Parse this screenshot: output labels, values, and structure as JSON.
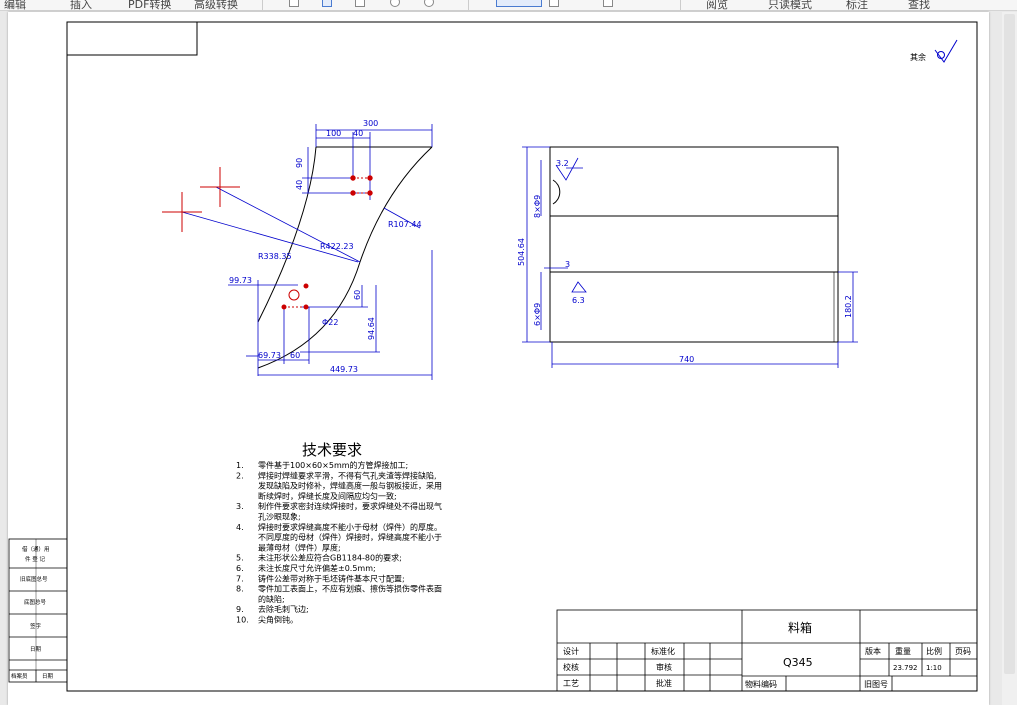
{
  "toolbar": {
    "items": [
      "编辑",
      "插入",
      "PDF转换",
      "高级转换",
      "阅览",
      "只读模式",
      "标注",
      "查找"
    ]
  },
  "drawing": {
    "finish_note": "其余",
    "left_view": {
      "dims": {
        "d300": "300",
        "d100": "100",
        "d40a": "40",
        "d90": "90",
        "d40b": "40",
        "r107": "R107.44",
        "r422": "R422.23",
        "r338": "R338.35",
        "d9973": "99.73",
        "d60v": "60",
        "d9464": "94.64",
        "phi22": "Φ22",
        "d6973": "69.73",
        "d60h": "60",
        "d44973": "449.73"
      }
    },
    "right_view": {
      "dims": {
        "d32": "3.2",
        "holes_top": "8×Φ9",
        "d50464": "504.64",
        "d3": "3",
        "holes_bot": "6×Φ9",
        "d63": "6.3",
        "d1802": "180.2",
        "d740": "740"
      }
    },
    "tech": {
      "title": "技术要求",
      "items": [
        {
          "n": "1.",
          "lines": [
            "零件基于100×60×5mm的方管焊接加工;"
          ]
        },
        {
          "n": "2.",
          "lines": [
            "焊接时焊缝要求平滑，不得有气孔夹渣等焊接缺陷,",
            "发现缺陷及时修补，焊缝高度一般与钢板接近，采用",
            "断续焊时，焊缝长度及间隔应均匀一致;"
          ]
        },
        {
          "n": "3.",
          "lines": [
            "制作件要求密封连续焊接时，要求焊缝处不得出现气",
            "孔沙眼现象;"
          ]
        },
        {
          "n": "4.",
          "lines": [
            "焊接时要求焊缝高度不能小于母材（焊件）的厚度。",
            "不同厚度的母材（焊件）焊接时，焊缝高度不能小于",
            "最薄母材（焊件）厚度;"
          ]
        },
        {
          "n": "5.",
          "lines": [
            "未注形状公差应符合GB1184-80的要求;"
          ]
        },
        {
          "n": "6.",
          "lines": [
            "未注长度尺寸允许偏差±0.5mm;"
          ]
        },
        {
          "n": "7.",
          "lines": [
            "铸件公差带对称于毛坯铸件基本尺寸配置;"
          ]
        },
        {
          "n": "8.",
          "lines": [
            "零件加工表面上，不应有划痕、擦伤等损伤零件表面",
            "的缺陷;"
          ]
        },
        {
          "n": "9.",
          "lines": [
            "去除毛刺飞边;"
          ]
        },
        {
          "n": "10.",
          "lines": [
            "尖角倒钝。"
          ]
        }
      ]
    },
    "side_block": {
      "row1a": "借（通）用",
      "row1b": "件 登 记",
      "row2": "旧底图总号",
      "row3": "底图总号",
      "row4": "签字",
      "row5": "日期",
      "row6a": "档案员",
      "row6b": "日期"
    },
    "title_block": {
      "design": "设计",
      "check": "校核",
      "process": "工艺",
      "standard": "标准化",
      "review": "审核",
      "approve": "批准",
      "part_name": "料箱",
      "material": "Q345",
      "material_code": "物料编码",
      "old_drawing": "旧图号",
      "version": "版本",
      "weight": "重量",
      "scale": "比例",
      "page": "页码",
      "weight_val": "23.792",
      "scale_val": "1:10"
    }
  }
}
